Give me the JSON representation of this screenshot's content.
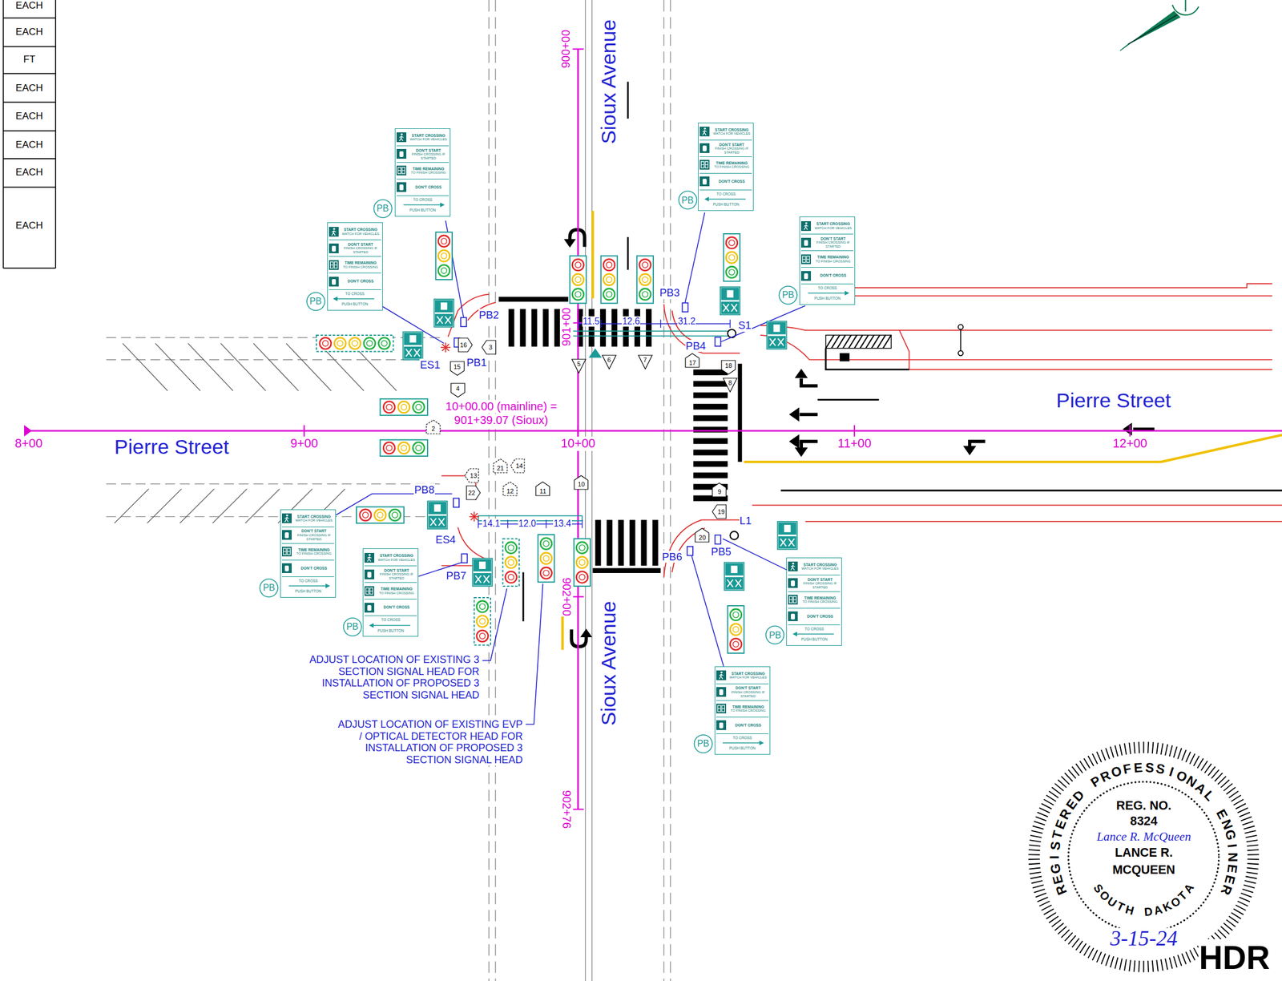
{
  "diagram": {
    "nodes": [
      {
        "text": [
          "START CROSSING",
          "WATCH FOR VEHICLES",
          "DON'T START",
          "FINISH CROSSING IF STARTED",
          "TIME REMAINING",
          "TO FINISH CROSSING",
          "DON'T CROSS",
          "TO CROSS",
          "PUSH BUTTON"
        ]
      },
      {
        "text": [
          "PB"
        ]
      },
      {
        "text": [
          "START CROSSING",
          "WATCH FOR VEHICLES",
          "DON'T START",
          "FINISH CROSSING IF STARTED",
          "TIME REMAINING",
          "TO FINISH CROSSING",
          "DON'T CROSS",
          "TO CROSS",
          "PUSH BUTTON"
        ]
      },
      {
        "text": [
          "PB"
        ]
      },
      {
        "text": [
          "START CROSSING",
          "WATCH FOR VEHICLES",
          "DON'T START",
          "FINISH CROSSING IF STARTED",
          "TIME REMAINING",
          "TO FINISH CROSSING",
          "DON'T CROSS",
          "TO CROSS",
          "PUSH BUTTON"
        ]
      },
      {
        "text": [
          "PB"
        ]
      },
      {
        "text": [
          "START CROSSING",
          "WATCH FOR VEHICLES",
          "DON'T START",
          "FINISH CROSSING IF STARTED",
          "TIME REMAINING",
          "TO FINISH CROSSING",
          "DON'T CROSS",
          "TO CROSS",
          "PUSH BUTTON"
        ]
      },
      {
        "text": [
          "PB"
        ]
      },
      {
        "text": [
          "START CROSSING",
          "WATCH FOR VEHICLES",
          "DON'T START",
          "FINISH CROSSING IF STARTED",
          "TIME REMAINING",
          "TO FINISH CROSSING",
          "DON'T CROSS",
          "TO CROSS",
          "PUSH BUTTON"
        ]
      },
      {
        "text": [
          "PB"
        ]
      },
      {
        "text": [
          "START CROSSING",
          "WATCH FOR VEHICLES",
          "DON'T START",
          "FINISH CROSSING IF STARTED",
          "TIME REMAINING",
          "TO FINISH CROSSING",
          "DON'T CROSS",
          "TO CROSS",
          "PUSH BUTTON"
        ]
      },
      {
        "text": [
          "PB"
        ]
      },
      {
        "text": [
          "START CROSSING",
          "WATCH FOR VEHICLES",
          "DON'T START",
          "FINISH CROSSING IF STARTED",
          "TIME REMAINING",
          "TO FINISH CROSSING",
          "DON'T CROSS",
          "TO CROSS",
          "PUSH BUTTON"
        ]
      },
      {
        "text": [
          "PB"
        ]
      },
      {
        "text": [
          "START CROSSING",
          "WATCH FOR VEHICLES",
          "DON'T START",
          "FINISH CROSSING IF STARTED",
          "TIME REMAINING",
          "TO FINISH CROSSING",
          "DON'T CROSS",
          "TO CROSS",
          "PUSH BUTTON"
        ]
      },
      {
        "text": [
          "PB"
        ]
      },
      {
        "text": [
          "5"
        ]
      },
      {
        "text": [
          "6"
        ]
      },
      {
        "text": [
          "7"
        ]
      },
      {
        "text": [
          "16"
        ]
      },
      {
        "text": [
          "3"
        ]
      },
      {
        "text": [
          "17"
        ]
      },
      {
        "text": [
          "18"
        ]
      },
      {
        "text": [
          "15"
        ]
      },
      {
        "text": [
          "8"
        ]
      },
      {
        "text": [
          "4"
        ]
      },
      {
        "text": [
          "2"
        ]
      },
      {
        "text": [
          "21"
        ]
      },
      {
        "text": [
          "14"
        ]
      },
      {
        "text": [
          "13"
        ]
      },
      {
        "text": [
          "12"
        ]
      },
      {
        "text": [
          "22"
        ]
      },
      {
        "text": [
          "11"
        ]
      },
      {
        "text": [
          "10"
        ]
      },
      {
        "text": [
          "9"
        ]
      },
      {
        "text": [
          "19"
        ]
      },
      {
        "text": [
          "20"
        ]
      },
      {
        "text": [
          "REGISTERED PROFESSIONAL ENGINEER",
          "REG. NO.",
          "8324",
          "LANCE R.",
          "MCQUEEN",
          "SOUTH DAKOTA",
          "Lance R. McQueen",
          "3-15-24"
        ]
      }
    ],
    "labels": [
      "EACH",
      "EACH",
      "FT",
      "EACH",
      "EACH",
      "EACH",
      "EACH",
      "EACH",
      "Sioux Avenue",
      "Sioux Avenue",
      "Pierre Street",
      "Pierre Street",
      "900+00",
      "901+00",
      "902+00",
      "902+76",
      "8+00",
      "9+00",
      "10+00",
      "11+00",
      "12+00",
      "10+00.00 (mainline) =",
      "901+39.07 (Sioux)",
      "PB1",
      "PB2",
      "PB3",
      "PB4",
      "PB5",
      "PB6",
      "PB7",
      "PB8",
      "ES1",
      "ES4",
      "S1",
      "L1",
      "11.5",
      "12.6",
      "31.2",
      "14.1",
      "12.0",
      "13.4",
      "ADJUST LOCATION OF EXISTING 3 SECTION SIGNAL HEAD FOR INSTALLATION OF PROPOSED 3 SECTION SIGNAL HEAD",
      "ADJUST LOCATION OF EXISTING EVP / OPTICAL DETECTOR HEAD FOR INSTALLATION OF PROPOSED 3 SECTION SIGNAL HEAD",
      "HDR"
    ]
  }
}
